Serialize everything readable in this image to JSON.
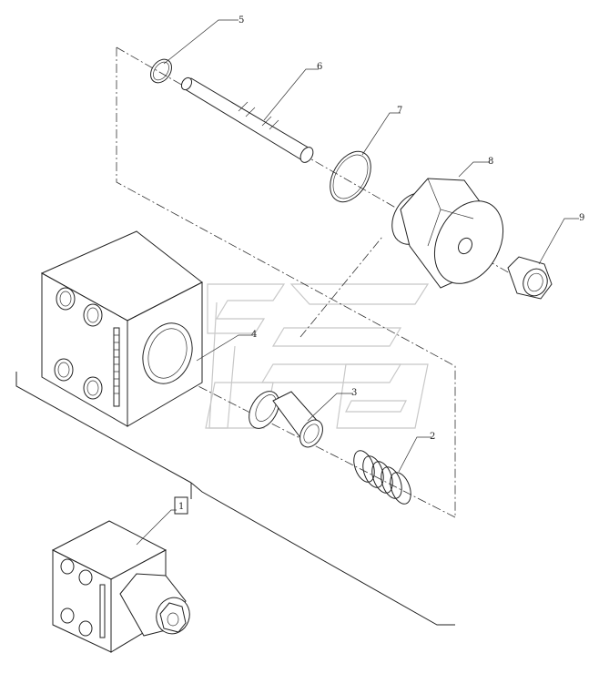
{
  "callouts": [
    {
      "id": "c5",
      "label": "5"
    },
    {
      "id": "c6",
      "label": "6"
    },
    {
      "id": "c7",
      "label": "7"
    },
    {
      "id": "c8",
      "label": "8"
    },
    {
      "id": "c9",
      "label": "9"
    },
    {
      "id": "c4",
      "label": "4"
    },
    {
      "id": "c3",
      "label": "3"
    },
    {
      "id": "c2",
      "label": "2"
    },
    {
      "id": "c1",
      "label": "1"
    }
  ],
  "colors": {
    "line": "#222222",
    "background": "#ffffff",
    "watermark": "#c8c8c8"
  }
}
